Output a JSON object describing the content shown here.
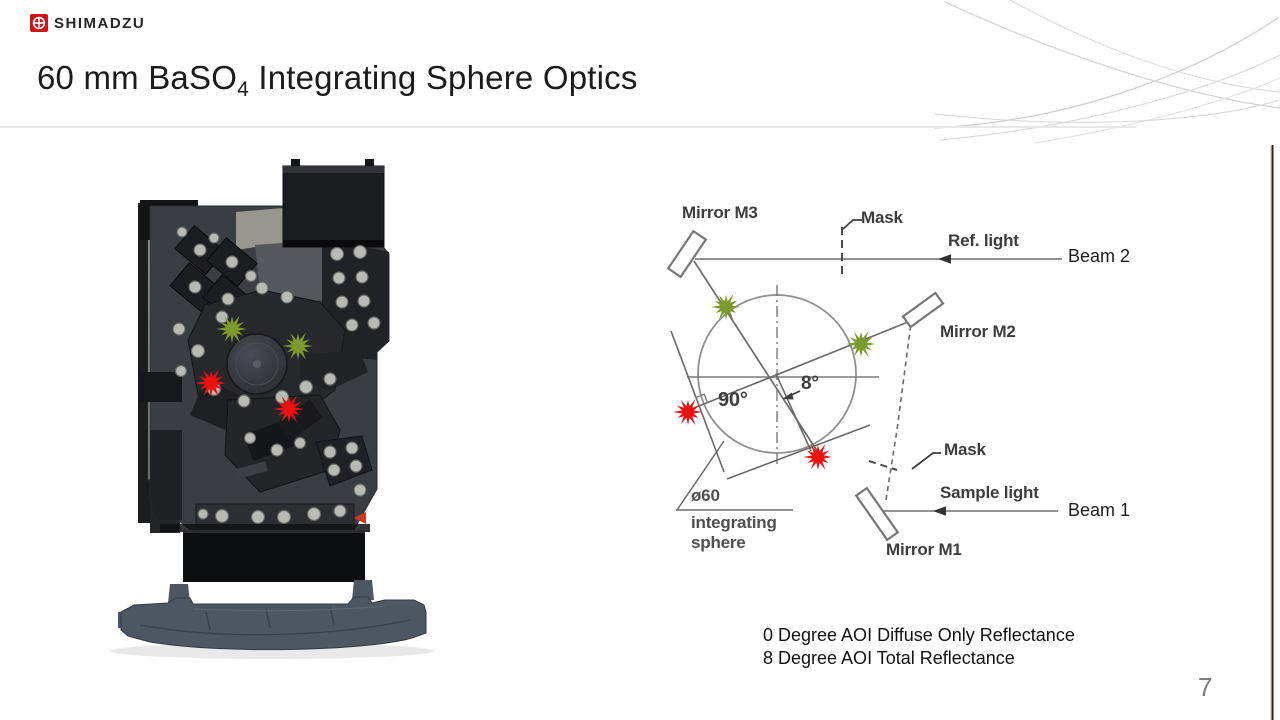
{
  "slide": {
    "brand": {
      "logo_text": "SHIMADZU"
    },
    "title": {
      "prefix": "60 mm BaSO",
      "subscript": "4",
      "suffix": " Integrating Sphere Optics"
    },
    "captions": [
      "0 Degree AOI Diffuse Only Reflectance",
      "8 Degree AOI Total Reflectance"
    ],
    "page_number": "7"
  },
  "diagram": {
    "labels": {
      "mirror_m3": "Mirror M3",
      "mask_top": "Mask",
      "ref_light": "Ref. light",
      "beam_2": "Beam 2",
      "mirror_m2": "Mirror M2",
      "angle_90": "90°",
      "angle_8": "8°",
      "mask_bottom": "Mask",
      "sample_light": "Sample light",
      "beam_1": "Beam 1",
      "mirror_m1": "Mirror M1",
      "sphere_diameter": "ø60",
      "sphere_caption_line1": "integrating",
      "sphere_caption_line2": "sphere"
    },
    "markers": {
      "green_marker_color": "#7d9b2c",
      "red_marker_color": "#ee1010",
      "green_marker_count_diagram": 2,
      "red_marker_count_diagram": 2,
      "green_marker_count_photo": 2,
      "red_marker_count_photo": 2
    }
  },
  "colors": {
    "brand_red": "#cf1418",
    "diagram_line_gray": "#757575",
    "title_rule_gray": "#e8e8e8"
  }
}
